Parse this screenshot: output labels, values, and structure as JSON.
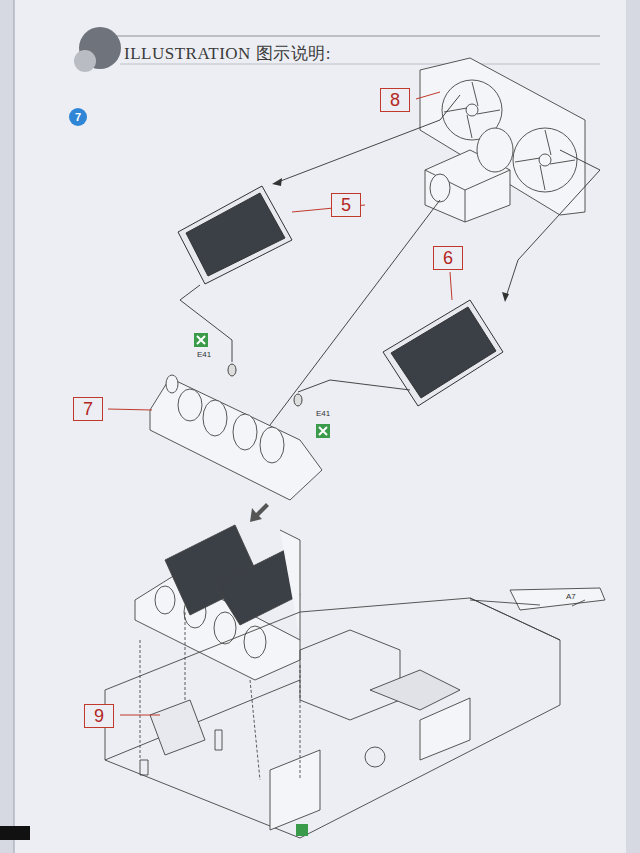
{
  "diagram": {
    "title": "ILLUSTRATION 图示说明:",
    "nodes": [
      {
        "text": [
          "7"
        ]
      },
      {
        "text": [
          "8"
        ]
      },
      {
        "text": [
          "5"
        ]
      },
      {
        "text": [
          "6"
        ]
      },
      {
        "text": [
          "7"
        ]
      },
      {
        "text": [
          "9"
        ]
      }
    ],
    "labels": [
      "E41",
      "E41",
      "A7"
    ]
  }
}
